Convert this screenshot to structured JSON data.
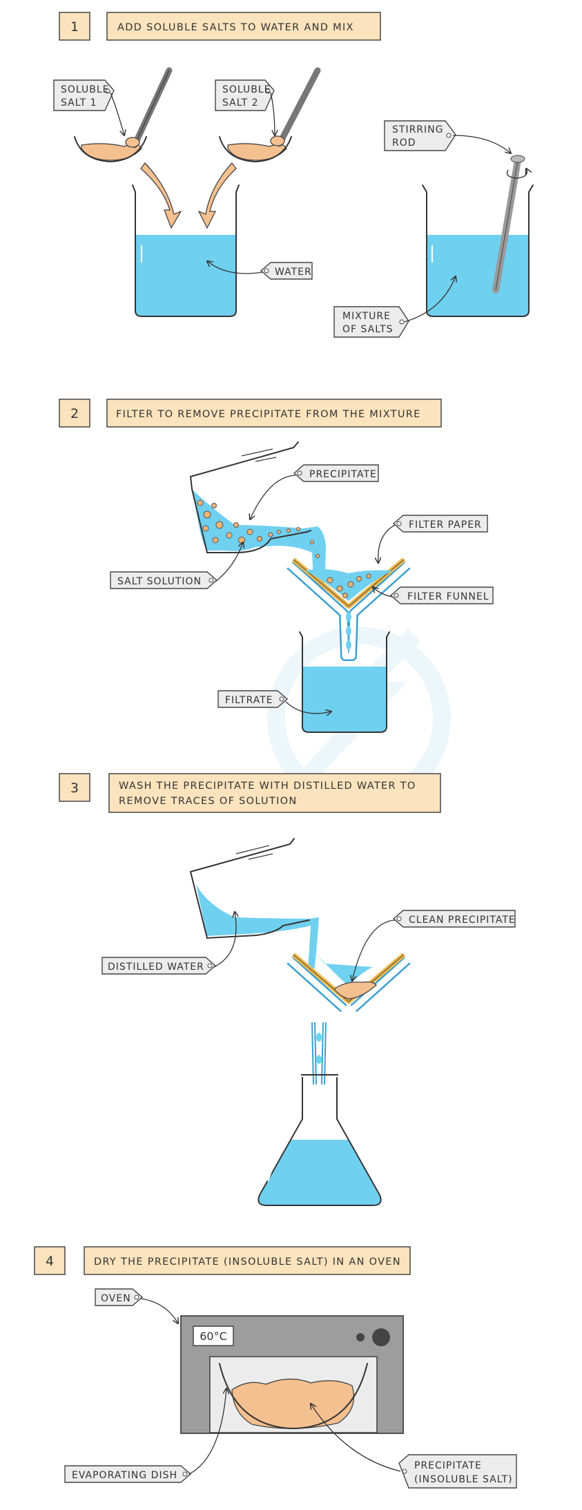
{
  "steps": [
    {
      "number": "1",
      "text": "ADD SOLUBLE SALTS TO WATER AND MIX"
    },
    {
      "number": "2",
      "text": "FILTER TO REMOVE PRECIPITATE FROM THE MIXTURE"
    },
    {
      "number": "3",
      "text_line1": "WASH THE PRECIPITATE WITH DISTILLED WATER TO",
      "text_line2": "REMOVE TRACES OF SOLUTION"
    },
    {
      "number": "4",
      "text": "DRY THE PRECIPITATE (INSOLUBLE SALT) IN AN OVEN"
    }
  ],
  "labels": {
    "soluble_salt_1_l1": "SOLUBLE",
    "soluble_salt_1_l2": "SALT 1",
    "soluble_salt_2_l1": "SOLUBLE",
    "soluble_salt_2_l2": "SALT 2",
    "stirring_rod_l1": "STIRRING",
    "stirring_rod_l2": "ROD",
    "water": "WATER",
    "mixture_l1": "MIXTURE",
    "mixture_l2": "OF SALTS",
    "precipitate": "PRECIPITATE",
    "filter_paper": "FILTER PAPER",
    "salt_solution": "SALT SOLUTION",
    "filter_funnel": "FILTER FUNNEL",
    "filtrate": "FILTRATE",
    "clean_precipitate": "CLEAN PRECIPITATE",
    "distilled_water": "DISTILLED WATER",
    "oven": "OVEN",
    "oven_display": "60°C",
    "evaporating_dish": "EVAPORATING DISH",
    "precipitate_insoluble_l1": "PRECIPITATE",
    "precipitate_insoluble_l2": "(INSOLUBLE SALT)"
  },
  "colors": {
    "water": "#70d0ef",
    "salt": "#f5c08f",
    "label_box": "#fbe3bd",
    "tag": "#ececec",
    "oven_body": "#9d9d9d",
    "filter_paper": "#f0b84a"
  }
}
